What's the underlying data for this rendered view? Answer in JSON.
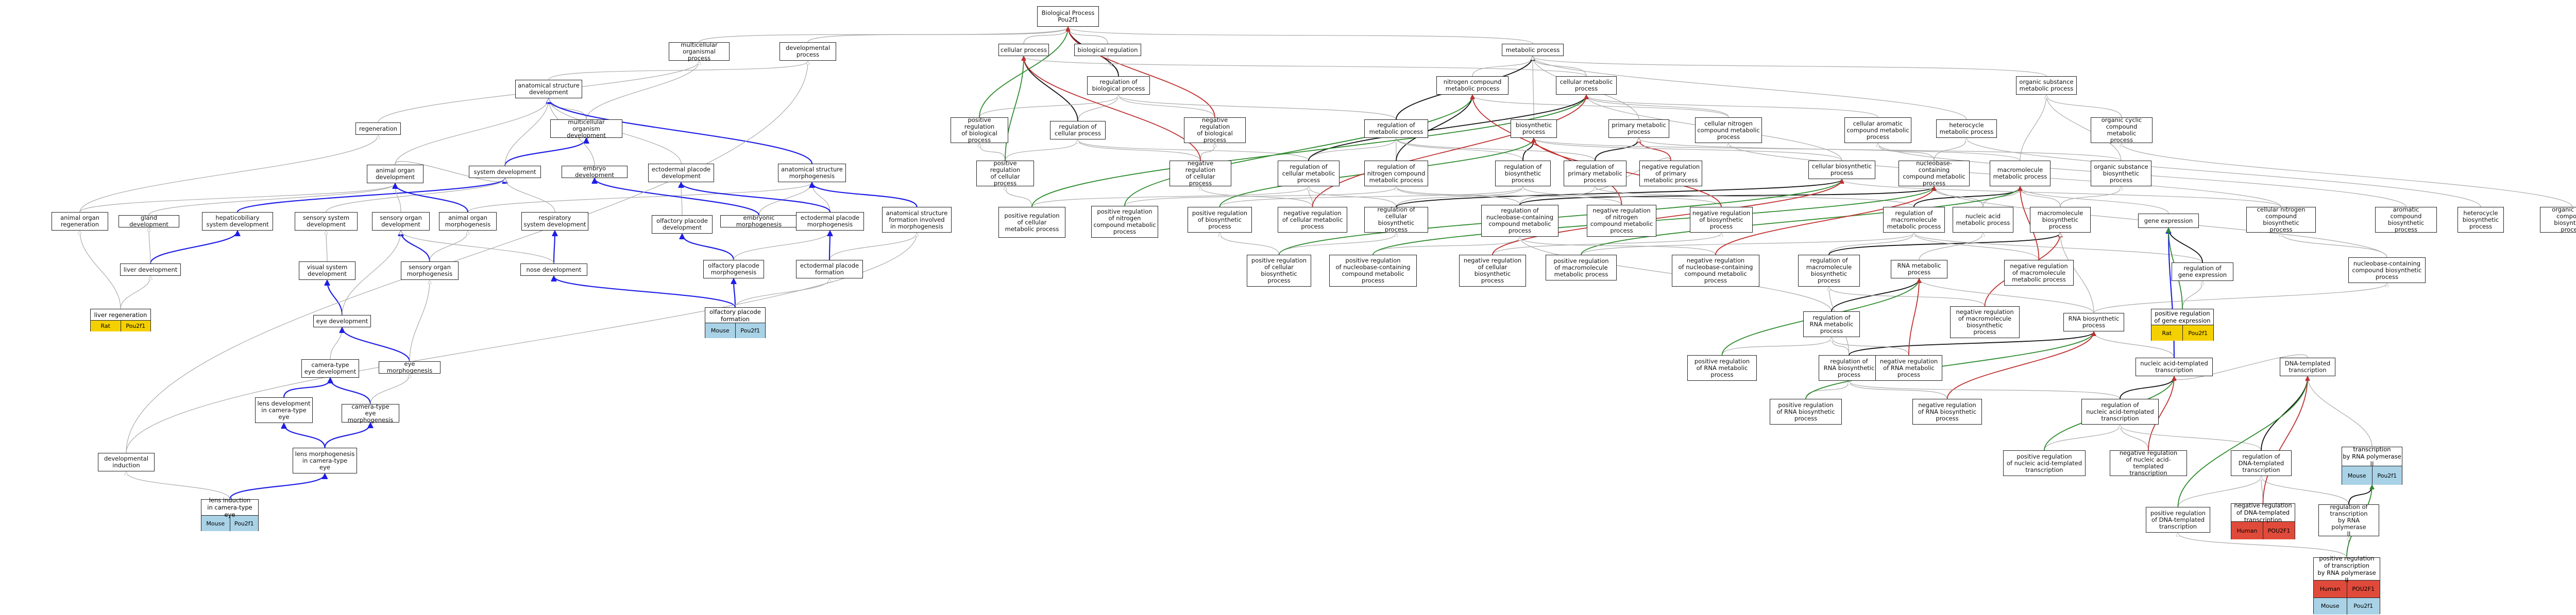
{
  "colors": {
    "is_a": "#aaaaaa",
    "part_of": "#1e1ee6",
    "positively_regulates": "#2e8b2e",
    "negatively_regulates": "#c03030",
    "regulates": "#111111",
    "rat": "#f5d000",
    "mouse": "#a9d2e6",
    "human": "#e04a3a"
  },
  "nodes": [
    {
      "id": "bp",
      "label": "Biological Process\nPou2f1"
    },
    {
      "id": "cellular_process",
      "label": "cellular process"
    },
    {
      "id": "biological_regulation",
      "label": "biological regulation"
    },
    {
      "id": "metabolic_process",
      "label": "metabolic process"
    },
    {
      "id": "multicellular",
      "label": "multicellular\norganismal process"
    },
    {
      "id": "developmental",
      "label": "developmental\nprocess"
    },
    {
      "id": "reg_bio",
      "label": "regulation of\nbiological process"
    },
    {
      "id": "reg_cell",
      "label": "regulation of\ncellular process"
    },
    {
      "id": "pos_reg_bio",
      "label": "positive regulation\nof biological\nprocess"
    },
    {
      "id": "neg_reg_bio",
      "label": "negative regulation\nof biological\nprocess"
    },
    {
      "id": "pos_reg_cell",
      "label": "positive regulation\nof cellular\nprocess"
    },
    {
      "id": "nitrogen_met",
      "label": "nitrogen compound\nmetabolic process"
    },
    {
      "id": "cellular_met",
      "label": "cellular metabolic\nprocess"
    },
    {
      "id": "organic_met",
      "label": "organic substance\nmetabolic process"
    },
    {
      "id": "primary_met",
      "label": "primary metabolic\nprocess"
    },
    {
      "id": "cell_nitrogen_met",
      "label": "cellular nitrogen\ncompound metabolic\nprocess"
    },
    {
      "id": "cell_aromatic_met",
      "label": "cellular aromatic\ncompound metabolic\nprocess"
    },
    {
      "id": "heterocycle_met",
      "label": "heterocycle\nmetabolic process"
    },
    {
      "id": "organic_cyclic_met",
      "label": "organic cyclic\ncompound metabolic\nprocess"
    },
    {
      "id": "reg_met",
      "label": "regulation of\nmetabolic process"
    },
    {
      "id": "biosynthetic",
      "label": "biosynthetic\nprocess"
    },
    {
      "id": "reg_cell_met",
      "label": "regulation of\ncellular metabolic\nprocess"
    },
    {
      "id": "reg_nitrogen_met",
      "label": "regulation of\nnitrogen compound\nmetabolic process"
    },
    {
      "id": "reg_biosynth",
      "label": "regulation of\nbiosynthetic\nprocess"
    },
    {
      "id": "reg_primary_met",
      "label": "regulation of\nprimary metabolic\nprocess"
    },
    {
      "id": "neg_reg_primary",
      "label": "negative regulation\nof primary\nmetabolic process"
    },
    {
      "id": "cellular_biosynth",
      "label": "cellular biosynthetic\nprocess"
    },
    {
      "id": "nucleobase_met",
      "label": "nucleobase-containing\ncompound metabolic\nprocess"
    },
    {
      "id": "macromolecule_met",
      "label": "macromolecule\nmetabolic process"
    },
    {
      "id": "organic_biosynth",
      "label": "organic substance\nbiosynthetic\nprocess"
    },
    {
      "id": "pos_reg_cell_met",
      "label": "positive regulation\nof cellular\nmetabolic process"
    },
    {
      "id": "pos_reg_nitrogen",
      "label": "positive regulation\nof nitrogen\ncompound metabolic\nprocess"
    },
    {
      "id": "neg_reg_cell",
      "label": "negative regulation\nof cellular\nprocess"
    },
    {
      "id": "pos_reg_biosynth",
      "label": "positive regulation\nof biosynthetic\nprocess"
    },
    {
      "id": "neg_reg_cell_met",
      "label": "negative regulation\nof cellular metabolic\nprocess"
    },
    {
      "id": "reg_cell_biosynth",
      "label": "regulation of\ncellular biosynthetic\nprocess"
    },
    {
      "id": "reg_nucleobase",
      "label": "regulation of\nnucleobase-containing\ncompound metabolic\nprocess"
    },
    {
      "id": "neg_reg_nitrogen",
      "label": "negative regulation\nof nitrogen\ncompound metabolic\nprocess"
    },
    {
      "id": "neg_reg_biosynth",
      "label": "negative regulation\nof biosynthetic\nprocess"
    },
    {
      "id": "reg_macro_met",
      "label": "regulation of\nmacromolecule\nmetabolic process"
    },
    {
      "id": "nucleic_acid_met",
      "label": "nucleic acid\nmetabolic process"
    },
    {
      "id": "macro_biosynth",
      "label": "macromolecule\nbiosynthetic\nprocess"
    },
    {
      "id": "gene_expression",
      "label": "gene expression"
    },
    {
      "id": "cell_nitrogen_biosynth",
      "label": "cellular nitrogen\ncompound biosynthetic\nprocess"
    },
    {
      "id": "aromatic_biosynth",
      "label": "aromatic compound\nbiosynthetic\nprocess"
    },
    {
      "id": "heterocycle_biosynth",
      "label": "heterocycle\nbiosynthetic\nprocess"
    },
    {
      "id": "organic_cyclic_biosynth",
      "label": "organic cyclic\ncompound biosynthetic\nprocess"
    },
    {
      "id": "nucleobase_biosynth",
      "label": "nucleobase-containing\ncompound biosynthetic\nprocess"
    },
    {
      "id": "pos_reg_cell_biosynth",
      "label": "positive regulation\nof cellular\nbiosynthetic\nprocess"
    },
    {
      "id": "pos_reg_nucleobase",
      "label": "positive regulation\nof nucleobase-containing\ncompound metabolic\nprocess"
    },
    {
      "id": "neg_reg_cell_biosynth",
      "label": "negative regulation\nof cellular\nbiosynthetic\nprocess"
    },
    {
      "id": "pos_reg_macro_met",
      "label": "positive regulation\nof macromolecule\nmetabolic process"
    },
    {
      "id": "neg_reg_nucleobase",
      "label": "negative regulation\nof nucleobase-containing\ncompound metabolic\nprocess"
    },
    {
      "id": "reg_macro_biosynth",
      "label": "regulation of\nmacromolecule\nbiosynthetic\nprocess"
    },
    {
      "id": "rna_met",
      "label": "RNA metabolic\nprocess"
    },
    {
      "id": "neg_reg_macro_met",
      "label": "negative regulation\nof macromolecule\nmetabolic process"
    },
    {
      "id": "reg_gene_expr",
      "label": "regulation of\ngene expression"
    },
    {
      "id": "reg_rna_met",
      "label": "regulation of\nRNA metabolic\nprocess"
    },
    {
      "id": "neg_reg_macro_biosynth",
      "label": "negative regulation\nof macromolecule\nbiosynthetic\nprocess"
    },
    {
      "id": "rna_biosynth",
      "label": "RNA biosynthetic\nprocess"
    },
    {
      "id": "pos_reg_rna_met",
      "label": "positive regulation\nof RNA metabolic\nprocess"
    },
    {
      "id": "reg_rna_biosynth",
      "label": "regulation of\nRNA biosynthetic\nprocess"
    },
    {
      "id": "neg_reg_rna_met",
      "label": "negative regulation\nof RNA metabolic\nprocess"
    },
    {
      "id": "nucleic_transcription",
      "label": "nucleic acid-templated\ntranscription"
    },
    {
      "id": "pos_reg_rna_biosynth",
      "label": "positive regulation\nof RNA biosynthetic\nprocess"
    },
    {
      "id": "neg_reg_rna_biosynth",
      "label": "negative regulation\nof RNA biosynthetic\nprocess"
    },
    {
      "id": "reg_nucleic_transcription",
      "label": "regulation of\nnucleic acid-templated\ntranscription"
    },
    {
      "id": "dna_transcription",
      "label": "DNA-templated\ntranscription"
    },
    {
      "id": "pos_reg_nucleic_transcription",
      "label": "positive regulation\nof nucleic acid-templated\ntranscription"
    },
    {
      "id": "neg_reg_nucleic_transcription",
      "label": "negative regulation\nof nucleic acid-templated\ntranscription"
    },
    {
      "id": "reg_dna_transcription",
      "label": "regulation of\nDNA-templated\ntranscription"
    },
    {
      "id": "pos_reg_dna_transcription",
      "label": "positive regulation\nof DNA-templated\ntranscription"
    },
    {
      "id": "reg_transcription_pol2",
      "label": "regulation of\ntranscription\nby RNA polymerase\nII"
    },
    {
      "id": "anatomical_dev",
      "label": "anatomical structure\ndevelopment"
    },
    {
      "id": "regeneration",
      "label": "regeneration"
    },
    {
      "id": "multicellular_dev",
      "label": "multicellular\norganism development"
    },
    {
      "id": "system_dev",
      "label": "system development"
    },
    {
      "id": "embryo_dev",
      "label": "embryo development"
    },
    {
      "id": "ectodermal_placode_dev",
      "label": "ectodermal placode\ndevelopment"
    },
    {
      "id": "anatomical_morph",
      "label": "anatomical structure\nmorphogenesis"
    },
    {
      "id": "animal_organ_dev",
      "label": "animal organ\ndevelopment"
    },
    {
      "id": "animal_organ_regen",
      "label": "animal organ\nregeneration"
    },
    {
      "id": "gland_dev",
      "label": "gland development"
    },
    {
      "id": "hepaticobiliary_dev",
      "label": "hepaticobiliary\nsystem development"
    },
    {
      "id": "sensory_system_dev",
      "label": "sensory system\ndevelopment"
    },
    {
      "id": "sensory_organ_dev",
      "label": "sensory organ\ndevelopment"
    },
    {
      "id": "animal_organ_morph",
      "label": "animal organ\nmorphogenesis"
    },
    {
      "id": "respiratory_dev",
      "label": "respiratory\nsystem development"
    },
    {
      "id": "olfactory_placode_dev",
      "label": "olfactory placode\ndevelopment"
    },
    {
      "id": "embryonic_morph",
      "label": "embryonic morphogenesis"
    },
    {
      "id": "ectodermal_placode_morph",
      "label": "ectodermal placode\nmorphogenesis"
    },
    {
      "id": "anatomical_formation",
      "label": "anatomical structure\nformation involved\nin morphogenesis"
    },
    {
      "id": "liver_dev",
      "label": "liver development"
    },
    {
      "id": "visual_system_dev",
      "label": "visual system\ndevelopment"
    },
    {
      "id": "sensory_organ_morph",
      "label": "sensory organ\nmorphogenesis"
    },
    {
      "id": "nose_dev",
      "label": "nose development"
    },
    {
      "id": "olfactory_placode_morph",
      "label": "olfactory placode\nmorphogenesis"
    },
    {
      "id": "ectodermal_placode_formation",
      "label": "ectodermal placode\nformation"
    },
    {
      "id": "eye_dev",
      "label": "eye development"
    },
    {
      "id": "camera_eye_dev",
      "label": "camera-type\neye development"
    },
    {
      "id": "eye_morph",
      "label": "eye morphogenesis"
    },
    {
      "id": "lens_dev",
      "label": "lens development\nin camera-type\neye"
    },
    {
      "id": "camera_eye_morph",
      "label": "camera-type\neye morphogenesis"
    },
    {
      "id": "lens_morph",
      "label": "lens morphogenesis\nin camera-type\neye"
    },
    {
      "id": "developmental_induction",
      "label": "developmental\ninduction"
    }
  ],
  "leaves": [
    {
      "id": "liver_regen",
      "label": "liver regeneration",
      "tags": [
        {
          "species": "Rat",
          "gene": "Pou2f1",
          "color": "#f5d000"
        }
      ]
    },
    {
      "id": "olfactory_placode_formation",
      "label": "olfactory placode\nformation",
      "tags": [
        {
          "species": "Mouse",
          "gene": "Pou2f1",
          "color": "#a9d2e6"
        }
      ]
    },
    {
      "id": "lens_induction",
      "label": "lens induction\nin camera-type\neye",
      "tags": [
        {
          "species": "Mouse",
          "gene": "Pou2f1",
          "color": "#a9d2e6"
        }
      ]
    },
    {
      "id": "pos_reg_gene_expr",
      "label": "positive regulation\nof gene expression",
      "tags": [
        {
          "species": "Rat",
          "gene": "Pou2f1",
          "color": "#f5d000"
        }
      ]
    },
    {
      "id": "transcription_pol2",
      "label": "transcription\nby RNA polymerase\nII",
      "tags": [
        {
          "species": "Mouse",
          "gene": "Pou2f1",
          "color": "#a9d2e6"
        }
      ]
    },
    {
      "id": "neg_reg_dna_transcription",
      "label": "negative regulation\nof DNA-templated\ntranscription",
      "tags": [
        {
          "species": "Human",
          "gene": "POU2F1",
          "color": "#e04a3a"
        }
      ]
    },
    {
      "id": "pos_reg_transcription_pol2",
      "label": "positive regulation\nof transcription\nby RNA polymerase\nII",
      "tags": [
        {
          "species": "Human",
          "gene": "POU2F1",
          "color": "#e04a3a"
        },
        {
          "species": "Mouse",
          "gene": "Pou2f1",
          "color": "#a9d2e6"
        }
      ]
    }
  ]
}
